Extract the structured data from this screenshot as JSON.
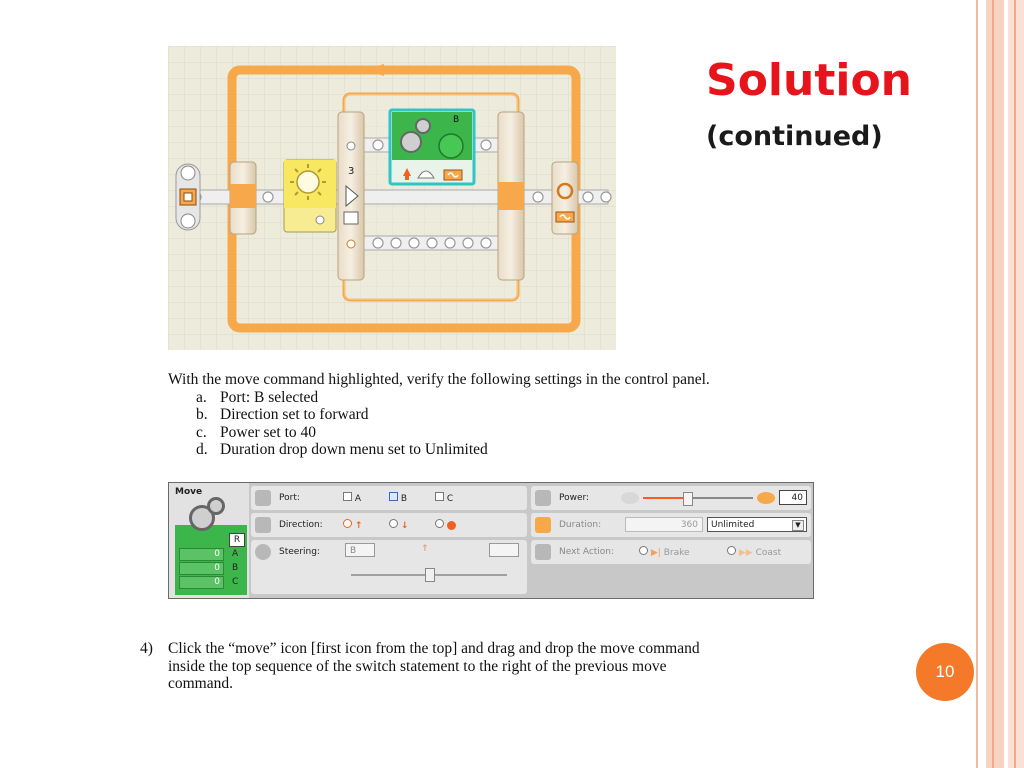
{
  "slide": {
    "title": "Solution",
    "subtitle": "(continued)",
    "page_number": "10"
  },
  "program": {
    "loop_count": "3",
    "move_port": "B"
  },
  "instructions": {
    "intro": "With the move command highlighted, verify the following settings in the control panel.",
    "items": [
      {
        "marker": "a.",
        "text": "Port: B selected"
      },
      {
        "marker": "b.",
        "text": "Direction set to forward"
      },
      {
        "marker": "c.",
        "text": "Power set to 40"
      },
      {
        "marker": "d.",
        "text": "Duration drop down menu set to Unlimited"
      }
    ]
  },
  "control_panel": {
    "block_name": "Move",
    "port_label": "Port:",
    "port_options": [
      "A",
      "B",
      "C"
    ],
    "port_selected": "B",
    "direction_label": "Direction:",
    "steering_label": "Steering:",
    "steering_port_left": "B",
    "power_label": "Power:",
    "power_value": "40",
    "power_fraction": 0.4,
    "duration_label": "Duration:",
    "duration_value": "360",
    "duration_type": "Unlimited",
    "next_action_label": "Next Action:",
    "brake_label": "Brake",
    "coast_label": "Coast",
    "sensor_rows": [
      {
        "value": "0",
        "port": "A"
      },
      {
        "value": "0",
        "port": "B"
      },
      {
        "value": "0",
        "port": "C"
      }
    ],
    "r_label": "R"
  },
  "step4": {
    "number": "4)",
    "text": "Click the “move” icon [first icon from the top] and drag and drop the move command inside the top sequence of the switch statement to the right of the previous move command."
  },
  "colors": {
    "title": "#e8141c",
    "badge": "#f47a2a",
    "loop_orange": "#f7a84a",
    "move_green": "#3cb54a",
    "stripe": "#f4b8a0"
  }
}
